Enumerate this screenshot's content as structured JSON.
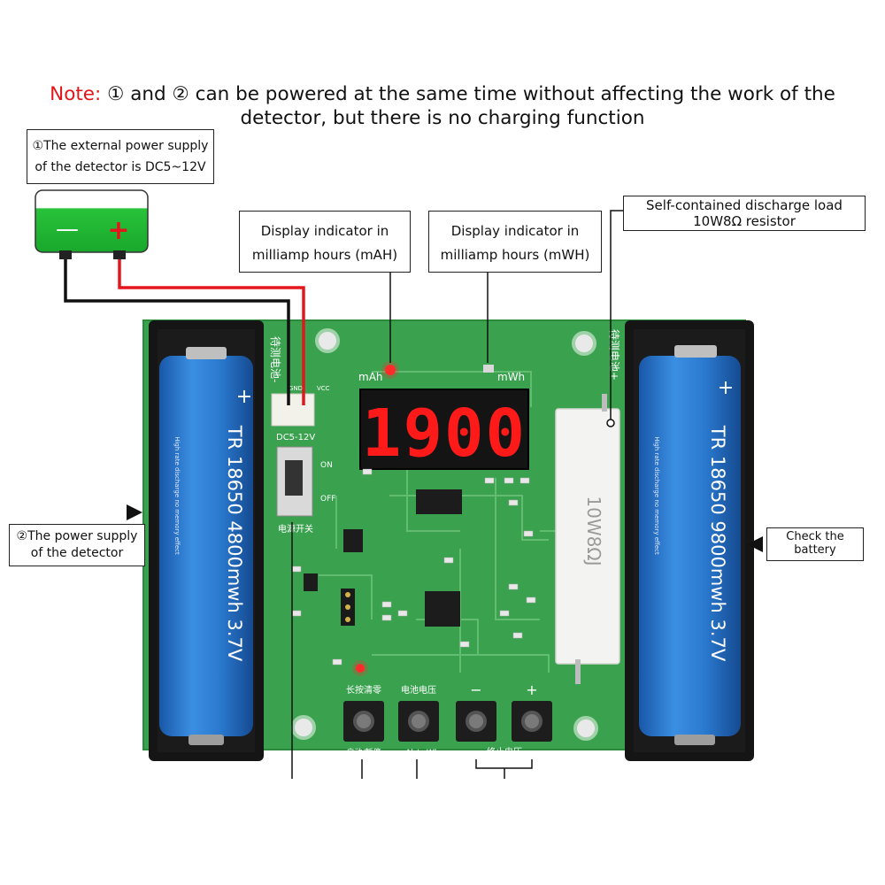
{
  "note": {
    "label": "Note:",
    "text": "① and ② can be powered at the same time without affecting the work of the detector, but there is no charging function"
  },
  "callouts": {
    "external_power": "①The external power supply of the detector is DC5~12V",
    "mah_indicator": "Display indicator in milliamp hours (mAH)",
    "mwh_indicator": "Display indicator in milliamp hours (mWH)",
    "discharge_load": "Self-contained discharge load 10W8Ω resistor",
    "power_supply": "②The power supply of the detector",
    "check_battery": "Check the battery"
  },
  "power_source": {
    "minus": "—",
    "plus": "+"
  },
  "display": {
    "reading": "1900",
    "unit_mah": "mAh",
    "unit_mwh": "mWh"
  },
  "battery_left": {
    "brand": "TR 18650 4800mwh 3.7V",
    "small": "High rate discharge no memory effect",
    "plus": "+"
  },
  "battery_right": {
    "brand": "TR 18650 9800mwh 3.7V",
    "small": "High rate discharge no memory effect",
    "plus": "+"
  },
  "resistor": {
    "marking": "10W8ΩJ"
  },
  "board": {
    "connector": "DC5-12V",
    "gnd": "GND",
    "vcc": "VCC",
    "switch_on": "ON",
    "switch_off": "OFF",
    "switch_label": "电源开关",
    "left_battery_label": "待测电池-",
    "right_battery_label": "待测电池+"
  },
  "buttons": {
    "b1_top": "长按清零",
    "b2_top": "电池电压",
    "b3_top": "−",
    "b4_top": "+",
    "b1_bottom": "启动/暂停",
    "b2_bottom": "mAh/mWh",
    "b34_bottom": "终止电压"
  },
  "colors": {
    "pcb": "#3aa24f",
    "battery": "#1f6fc0",
    "led_red": "#ff1a1a",
    "note_red": "#e3161b",
    "source_green": "#22c33a"
  }
}
